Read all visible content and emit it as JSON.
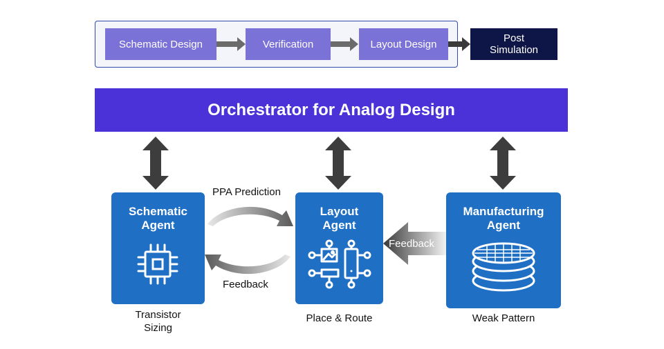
{
  "flow": {
    "steps": [
      "Schematic Design",
      "Verification",
      "Layout Design"
    ],
    "final_step": "Post\nSimulation"
  },
  "orchestrator": {
    "label": "Orchestrator for Analog Design"
  },
  "agents": {
    "schematic": {
      "title": "Schematic\nAgent",
      "caption": "Transistor\nSizing",
      "icon": "chip-icon"
    },
    "layout": {
      "title": "Layout\nAgent",
      "caption": "Place & Route",
      "icon": "layout-icon"
    },
    "manufacturing": {
      "title": "Manufacturing\nAgent",
      "caption": "Weak Pattern",
      "icon": "wafer-stack-icon"
    }
  },
  "loop": {
    "top_label": "PPA Prediction",
    "bottom_label": "Feedback"
  },
  "feedback_arrow": {
    "label": "Feedback"
  },
  "colors": {
    "flow_step": "#7a72d6",
    "flow_final": "#0e1547",
    "orchestrator": "#4a32d8",
    "agent": "#1f6fc4",
    "arrow": "#3d3d3d"
  }
}
